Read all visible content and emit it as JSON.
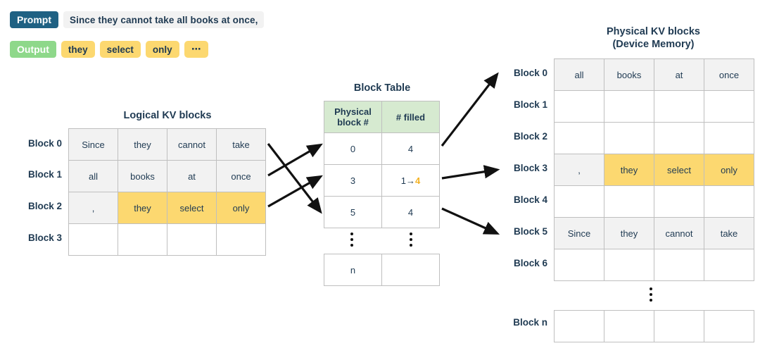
{
  "header": {
    "prompt_label": "Prompt",
    "prompt_text": "Since they cannot take all books at once,",
    "output_label": "Output",
    "output_tokens": [
      "they",
      "select",
      "only",
      "⋯"
    ]
  },
  "colors": {
    "prompt_badge": "#1f6183",
    "output_badge": "#8ed88a",
    "token_yellow": "#fcd870",
    "filled_gray": "#f2f2f2",
    "header_green": "#d6ead0",
    "text_navy": "#1f3a52",
    "accent_orange": "#f4b223",
    "border_gray": "#bfbfbf"
  },
  "logical": {
    "title": "Logical KV blocks",
    "row_labels": [
      "Block 0",
      "Block 1",
      "Block 2",
      "Block 3"
    ],
    "rows": [
      {
        "cells": [
          "Since",
          "they",
          "cannot",
          "take"
        ],
        "styles": [
          "fill",
          "fill",
          "fill",
          "fill"
        ]
      },
      {
        "cells": [
          "all",
          "books",
          "at",
          "once"
        ],
        "styles": [
          "fill",
          "fill",
          "fill",
          "fill"
        ]
      },
      {
        "cells": [
          ",",
          "they",
          "select",
          "only"
        ],
        "styles": [
          "fill",
          "hl",
          "hl",
          "hl"
        ]
      },
      {
        "cells": [
          "",
          "",
          "",
          ""
        ],
        "styles": [
          "empty",
          "empty",
          "empty",
          "empty"
        ]
      }
    ]
  },
  "block_table": {
    "title": "Block Table",
    "headers": [
      "Physical\nblock #",
      "# filled"
    ],
    "rows": [
      {
        "physical": "0",
        "filled": "4",
        "filled_old": "",
        "filled_new": ""
      },
      {
        "physical": "3",
        "filled": "",
        "filled_old": "1",
        "filled_new": "4"
      },
      {
        "physical": "5",
        "filled": "4",
        "filled_old": "",
        "filled_new": ""
      }
    ],
    "ellipsis": "⋮",
    "last_row": {
      "physical": "n",
      "filled": ""
    }
  },
  "physical": {
    "title": "Physical KV blocks\n(Device Memory)",
    "row_labels": [
      "Block 0",
      "Block 1",
      "Block 2",
      "Block 3",
      "Block 4",
      "Block 5",
      "Block 6"
    ],
    "rows": [
      {
        "cells": [
          "all",
          "books",
          "at",
          "once"
        ],
        "styles": [
          "fill",
          "fill",
          "fill",
          "fill"
        ]
      },
      {
        "cells": [
          "",
          "",
          "",
          ""
        ],
        "styles": [
          "empty",
          "empty",
          "empty",
          "empty"
        ]
      },
      {
        "cells": [
          "",
          "",
          "",
          ""
        ],
        "styles": [
          "empty",
          "empty",
          "empty",
          "empty"
        ]
      },
      {
        "cells": [
          ",",
          "they",
          "select",
          "only"
        ],
        "styles": [
          "fill",
          "hl",
          "hl",
          "hl"
        ]
      },
      {
        "cells": [
          "",
          "",
          "",
          ""
        ],
        "styles": [
          "empty",
          "empty",
          "empty",
          "empty"
        ]
      },
      {
        "cells": [
          "Since",
          "they",
          "cannot",
          "take"
        ],
        "styles": [
          "fill",
          "fill",
          "fill",
          "fill"
        ]
      },
      {
        "cells": [
          "",
          "",
          "",
          ""
        ],
        "styles": [
          "empty",
          "empty",
          "empty",
          "empty"
        ]
      }
    ],
    "ellipsis": "⋮",
    "last_row_label": "Block n",
    "last_row": {
      "cells": [
        "",
        "",
        "",
        ""
      ],
      "styles": [
        "empty",
        "empty",
        "empty",
        "empty"
      ]
    }
  },
  "arrows": {
    "left_group": [
      {
        "from": "logical-block-0",
        "to": "block-table-row-5"
      },
      {
        "from": "logical-block-1",
        "to": "block-table-row-0"
      },
      {
        "from": "logical-block-2",
        "to": "block-table-row-3"
      }
    ],
    "right_group": [
      {
        "from": "block-table-row-0",
        "to": "physical-block-0"
      },
      {
        "from": "block-table-row-3",
        "to": "physical-block-3"
      },
      {
        "from": "block-table-row-5",
        "to": "physical-block-5"
      }
    ]
  }
}
